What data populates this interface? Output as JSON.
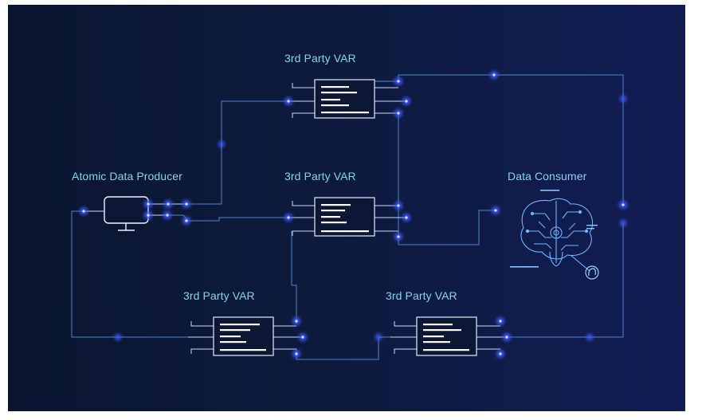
{
  "diagram": {
    "producer_label": "Atomic Data Producer",
    "consumer_label": "Data Consumer",
    "var_top_label": "3rd Party VAR",
    "var_mid_label": "3rd Party VAR",
    "var_bottom_left_label": "3rd Party VAR",
    "var_bottom_right_label": "3rd Party VAR"
  },
  "colors": {
    "wire": "#5b8fd6",
    "glow": "#4f6bff",
    "label": "#7fd7ea",
    "outline": "#e6ecff"
  },
  "icons": [
    "monitor-icon",
    "brain-icon",
    "fingerprint-icon"
  ]
}
